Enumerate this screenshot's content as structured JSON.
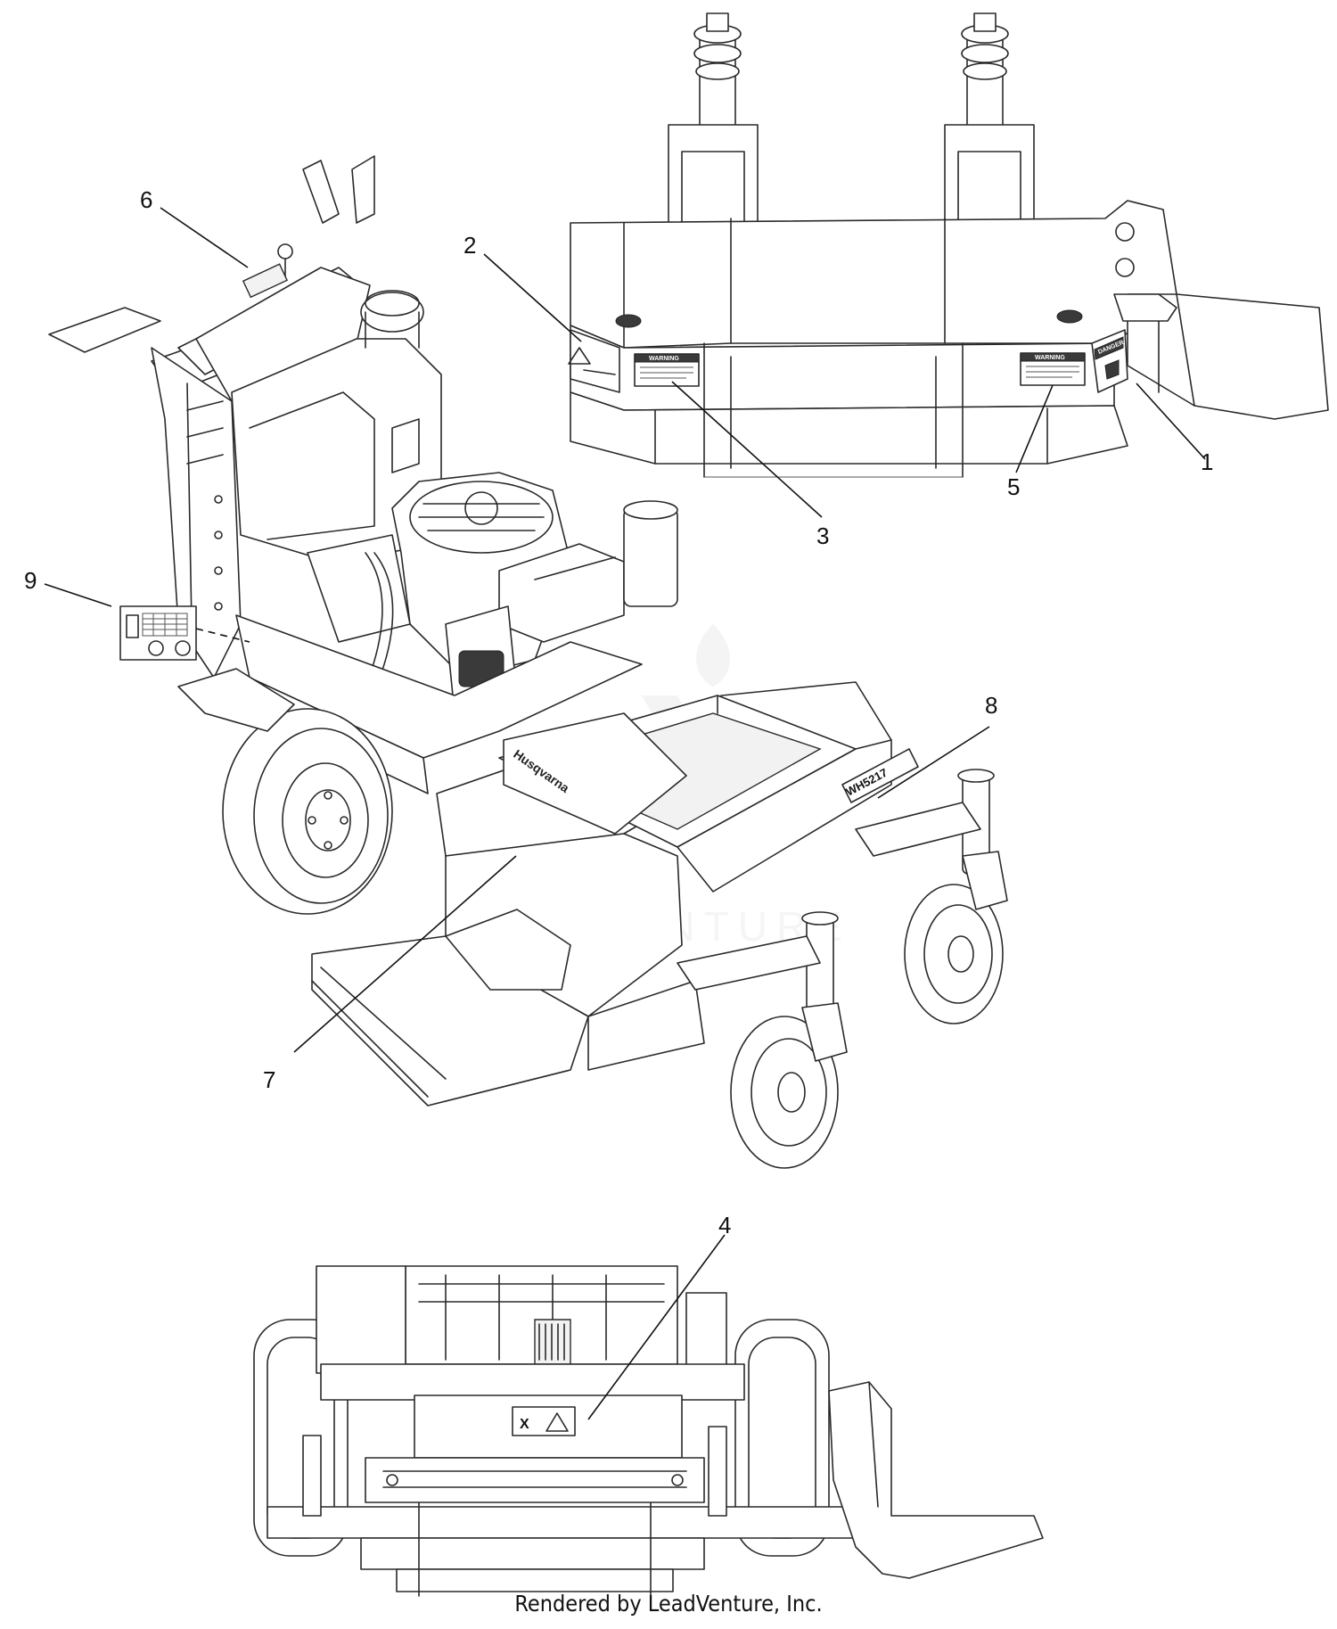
{
  "callouts": [
    {
      "label": "1"
    },
    {
      "label": "2"
    },
    {
      "label": "3"
    },
    {
      "label": "4"
    },
    {
      "label": "5"
    },
    {
      "label": "6"
    },
    {
      "label": "7"
    },
    {
      "label": "8"
    },
    {
      "label": "9"
    }
  ],
  "decals": {
    "warning_left": "WARNING",
    "warning_right": "WARNING",
    "danger": "DANGER",
    "model": "WH5217",
    "brand": "Husqvarna",
    "bottom_x": "X"
  },
  "watermark": "LEADVENTURE",
  "footer": "Rendered by LeadVenture, Inc."
}
